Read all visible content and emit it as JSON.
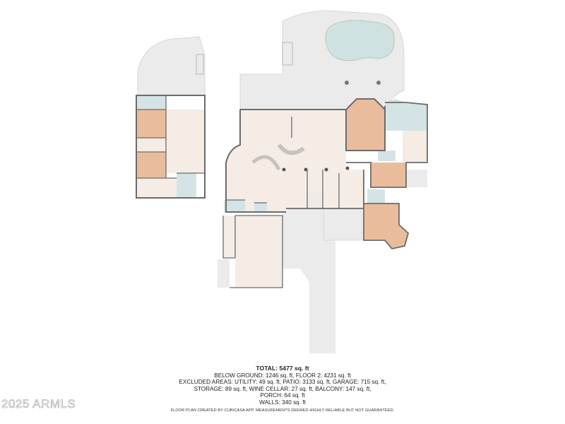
{
  "summary": {
    "total": "TOTAL: 5477 sq. ft",
    "line1": "BELOW GROUND: 1246 sq. ft, FLOOR 2: 4231 sq. ft",
    "line2": "EXCLUDED AREAS: UTILITY: 49 sq. ft, PATIO: 3133 sq. ft, GARAGE: 715 sq. ft,",
    "line3": "STORAGE: 89 sq. ft, WINE CELLAR: 27 sq. ft, BALCONY: 147 sq. ft,",
    "line4": "PORCH: 64 sq. ft",
    "line5": "WALLS: 340 sq. ft"
  },
  "disclaimer": "FLOOR PLAN CREATED BY CUBICASA APP. MEASUREMENTS DEEMED HIGHLY RELIABLE BUT NOT GUARANTEED.",
  "watermark": "2025 ARMLS",
  "colors": {
    "patio": "#ebebeb",
    "living": "#f5ece6",
    "bedroom": "#e9bd9c",
    "bath": "#d4e4e6",
    "pool": "#cfe1e1",
    "wall": "#6b6b6b"
  }
}
